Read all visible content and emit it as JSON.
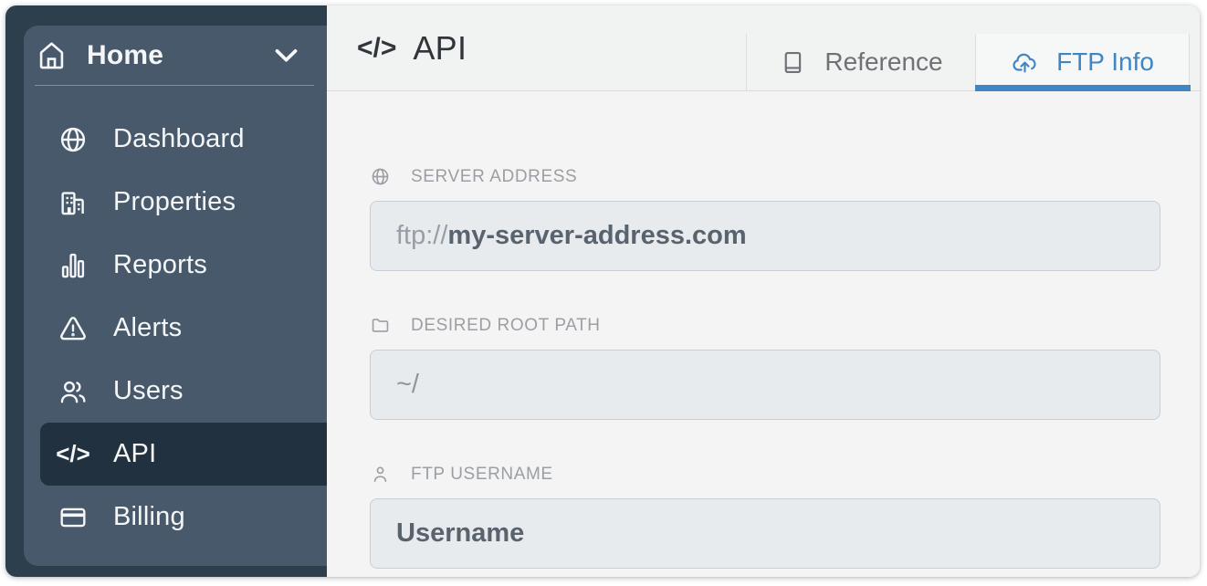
{
  "icons": {
    "code_glyph": "</>"
  },
  "colors": {
    "accent_blue": "#3e86c4",
    "sidebar_bg": "#2d3e4d",
    "sidebar_panel": "#48596b",
    "sidebar_active_item": "#22313f",
    "content_bg": "#f4f4f5",
    "input_bg": "#e7ebee",
    "input_border": "#c8ced6",
    "label_gray": "#9b9fa4"
  },
  "sidebar": {
    "home": {
      "label": "Home"
    },
    "items": [
      {
        "label": "Dashboard",
        "active": false
      },
      {
        "label": "Properties",
        "active": false
      },
      {
        "label": "Reports",
        "active": false
      },
      {
        "label": "Alerts",
        "active": false
      },
      {
        "label": "Users",
        "active": false
      },
      {
        "label": "API",
        "active": true
      },
      {
        "label": "Billing",
        "active": false
      }
    ]
  },
  "main": {
    "title": "API",
    "tabs": [
      {
        "label": "Reference",
        "active": false
      },
      {
        "label": "FTP Info",
        "active": true
      }
    ],
    "fields": [
      {
        "label": "SERVER ADDRESS",
        "prefix": "ftp://",
        "value": "my-server-address.com"
      },
      {
        "label": "DESIRED ROOT PATH",
        "prefix": "",
        "value": "~/"
      },
      {
        "label": "FTP USERNAME",
        "prefix": "",
        "value": "Username"
      }
    ]
  }
}
